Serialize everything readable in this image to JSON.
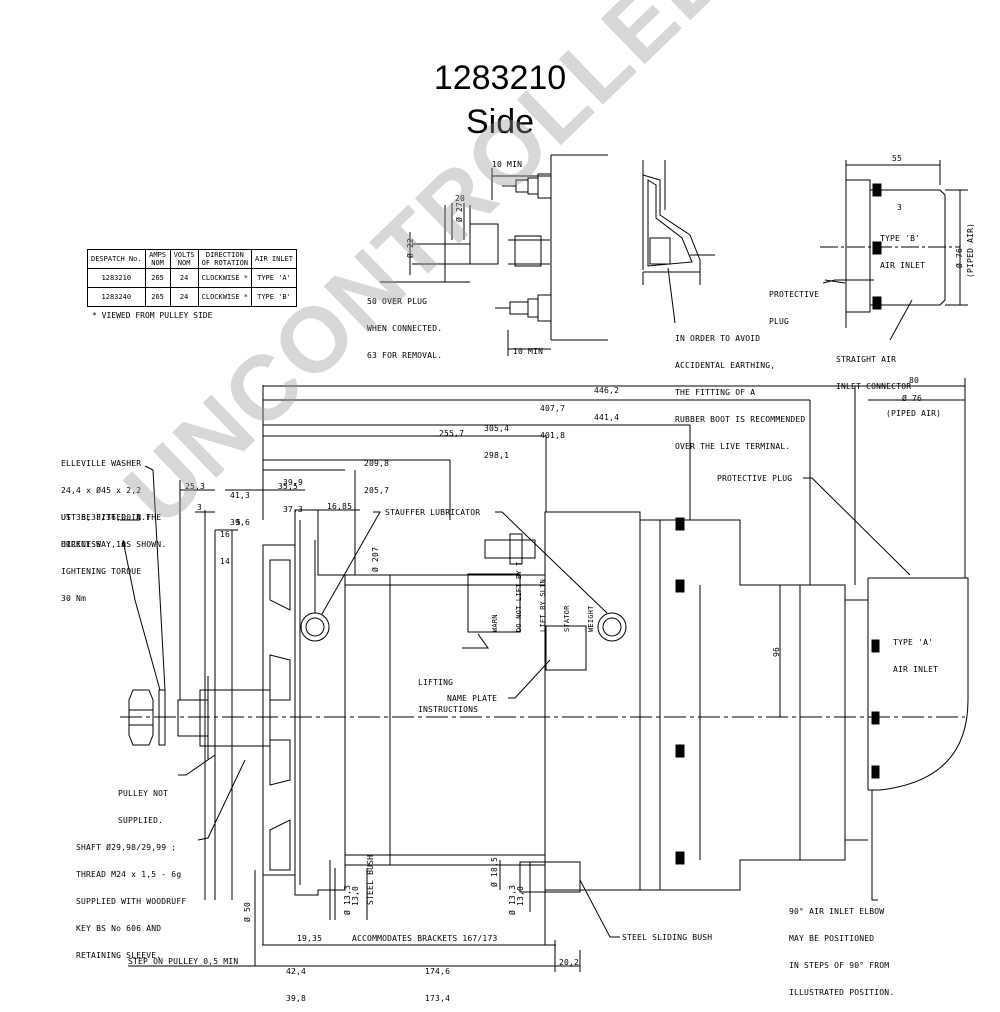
{
  "title": {
    "part_number": "1283210",
    "view": "Side"
  },
  "table": {
    "headers": [
      "DESPATCH No.",
      "AMPS NOM",
      "VOLTS NOM",
      "DIRECTION OF ROTATION",
      "AIR INLET"
    ],
    "rows": [
      [
        "1283210",
        "265",
        "24",
        "CLOCKWISE *",
        "TYPE 'A'"
      ],
      [
        "1283240",
        "265",
        "24",
        "CLOCKWISE *",
        "TYPE 'B'"
      ]
    ],
    "footnote": "* VIEWED FROM PULLEY SIDE"
  },
  "notes": {
    "belleville_washer": [
      "ELLEVILLE WASHER",
      "24,4 x Ø45 x 2,2",
      "UST BE FITTED IN THE",
      "ORRECT WAY, AS SHOWN."
    ],
    "nut": [
      "UT 35,38/36,00 A.F",
      "HICKNESS : 10",
      "IGHTENING TORQUE",
      "30 Nm"
    ],
    "pulley_not_supplied": [
      "PULLEY NOT",
      "SUPPLIED."
    ],
    "shaft": [
      "SHAFT Ø29,98/29,99 ;",
      "THREAD M24 x 1,5 - 6g",
      "SUPPLIED WITH WOODRUFF",
      "KEY BS No 606 AND",
      "RETAINING SLEEVE."
    ],
    "stauffer": "STAUFFER LUBRICATOR",
    "lifting": [
      "LIFTING",
      "INSTRUCTIONS"
    ],
    "name_plate": "NAME PLATE",
    "protective_plug": "PROTECTIVE PLUG",
    "type_a_inlet": [
      "TYPE 'A'",
      "AIR INLET"
    ],
    "elbow": [
      "90° AIR INLET ELBOW",
      "MAY BE POSITIONED",
      "IN STEPS OF 90° FROM",
      "ILLUSTRATED POSITION."
    ],
    "steel_sliding_bush": "STEEL SLIDING BUSH",
    "step_on_pulley": "STEP ON PULLEY 0,5 MIN",
    "accommodates": "ACCOMMODATES BRACKETS 167/173",
    "steel_bush": "STEEL BUSH",
    "avoid_earthing": [
      "IN ORDER TO AVOID",
      "ACCIDENTAL EARTHING,",
      "THE FITTING OF A",
      "RUBBER BOOT IS RECOMMENDED",
      "OVER THE LIVE TERMINAL."
    ],
    "plug_over": [
      "50 OVER PLUG",
      "WHEN CONNECTED.",
      "63 FOR REMOVAL."
    ],
    "ten_min_top": "10 MIN",
    "ten_min_bottom": "10 MIN",
    "protective_plug_b": [
      "PROTECTIVE",
      "PLUG"
    ],
    "straight_inlet": [
      "STRAIGHT AIR",
      "INLET CONNECTOR"
    ],
    "type_b_inlet": [
      "TYPE 'B'",
      "AIR INLET"
    ],
    "piped_air": "(PIPED AIR)",
    "piped_air_v": "(PIPED AIR)",
    "warning": [
      "WARN",
      "DO NOT LIFT BY T",
      "LIFT BY SLIN",
      "STATOR",
      "WEIGHT"
    ],
    "callout_3": "3",
    "callout_5": "5"
  },
  "dimensions": {
    "d446": [
      "446,2",
      "441,4"
    ],
    "d407": [
      "407,7",
      "401,8"
    ],
    "d305": [
      "305,4",
      "298,1"
    ],
    "d255": "255,7",
    "d209": [
      "209,8",
      "205,7"
    ],
    "d39": [
      "39,9",
      "37,3"
    ],
    "d41": [
      "41,3",
      "39,6"
    ],
    "d25": "25,3",
    "d35": "35,5",
    "d16_85": "16,85",
    "d3": "3",
    "d16_14": [
      "16",
      "14"
    ],
    "d80": "80",
    "d76": "Ø 76",
    "d96": "96",
    "d207": "Ø 207",
    "d50": "Ø 50",
    "d13_3a": "Ø 13,3",
    "d13_0a": "13,0",
    "d13_3b": "Ø 13,3",
    "d13_0b": "13,0",
    "d18_5": "Ø 18,5",
    "d19_35": "19,35",
    "d42": [
      "42,4",
      "39,8"
    ],
    "d174": [
      "174,6",
      "173,4"
    ],
    "d20_2": "20,2",
    "d55": "55",
    "d76b": "Ø 76",
    "d20": "20",
    "d27": "Ø 27",
    "d22": "Ø 22"
  },
  "watermark": "UNCONTROLLED COPY"
}
